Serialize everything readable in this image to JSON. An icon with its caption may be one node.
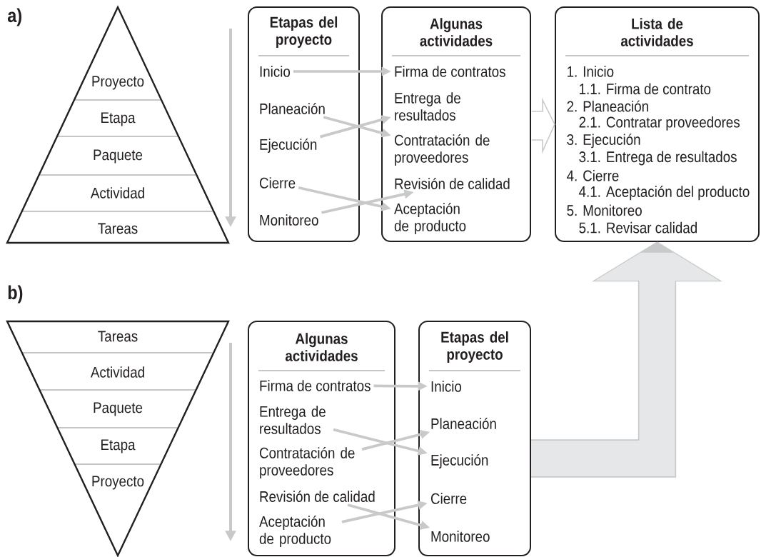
{
  "diagram": {
    "nodes": [
      {
        "text": [],
        "shape": "triangle"
      },
      {
        "text": [
          "Proyecto"
        ],
        "in": 0
      },
      {
        "text": [
          "Etapa"
        ],
        "in": 0
      },
      {
        "text": [
          "Paquete"
        ],
        "in": 0
      },
      {
        "text": [
          "Actividad"
        ],
        "in": 0
      },
      {
        "text": [
          "Tareas"
        ],
        "in": 0
      },
      {
        "text": [
          "Etapas del proyecto"
        ]
      },
      {
        "text": [
          "Inicio"
        ],
        "in": 6
      },
      {
        "text": [
          "Planeación"
        ],
        "in": 6
      },
      {
        "text": [
          "Ejecución"
        ],
        "in": 6
      },
      {
        "text": [
          "Cierre"
        ],
        "in": 6
      },
      {
        "text": [
          "Monitoreo"
        ],
        "in": 6
      },
      {
        "text": [
          "Algunas actividades"
        ]
      },
      {
        "text": [
          "Firma de contratos"
        ],
        "in": 12
      },
      {
        "text": [
          "Entrega de resultados"
        ],
        "in": 12
      },
      {
        "text": [
          "Contratación de proveedores"
        ],
        "in": 12
      },
      {
        "text": [
          "Revisión de calidad"
        ],
        "in": 12
      },
      {
        "text": [
          "Aceptación de producto"
        ],
        "in": 12
      },
      {
        "text": [
          "Lista de actividades",
          "1. Inicio",
          "1.1. Firma de contrato",
          "2. Planeación",
          "2.1. Contratar proveedores",
          "3. Ejecución",
          "3.1. Entrega de resultados",
          "4. Cierre",
          "4.1. Aceptación del producto",
          "5. Monitoreo",
          "5.1. Revisar calidad"
        ]
      },
      {
        "text": [],
        "shape": "triangle"
      },
      {
        "text": [
          "Tareas"
        ],
        "in": 19
      },
      {
        "text": [
          "Actividad"
        ],
        "in": 19
      },
      {
        "text": [
          "Paquete"
        ],
        "in": 19
      },
      {
        "text": [
          "Etapa"
        ],
        "in": 19
      },
      {
        "text": [
          "Proyecto"
        ],
        "in": 19
      },
      {
        "text": [
          "Algunas actividades"
        ]
      },
      {
        "text": [
          "Firma de contratos"
        ],
        "in": 25
      },
      {
        "text": [
          "Entrega de resultados"
        ],
        "in": 25
      },
      {
        "text": [
          "Contratación de proveedores"
        ],
        "in": 25
      },
      {
        "text": [
          "Revisión de calidad"
        ],
        "in": 25
      },
      {
        "text": [
          "Aceptación de producto"
        ],
        "in": 25
      },
      {
        "text": [
          "Etapas del proyecto"
        ]
      },
      {
        "text": [
          "Inicio"
        ],
        "in": 31
      },
      {
        "text": [
          "Planeación"
        ],
        "in": 31
      },
      {
        "text": [
          "Ejecución"
        ],
        "in": 31
      },
      {
        "text": [
          "Cierre"
        ],
        "in": 31
      },
      {
        "text": [
          "Monitoreo"
        ],
        "in": 31
      }
    ],
    "edges": [
      {
        "from": 7,
        "to": 13,
        "arrow": "to"
      },
      {
        "from": 8,
        "to": 15,
        "arrow": "to"
      },
      {
        "from": 9,
        "to": 14,
        "arrow": "to"
      },
      {
        "from": 10,
        "to": 17,
        "arrow": "to"
      },
      {
        "from": 11,
        "to": 16,
        "arrow": "to"
      },
      {
        "from": 12,
        "to": 18,
        "arrow": "to",
        "style": "thick"
      },
      {
        "from": 26,
        "to": 32,
        "arrow": "to"
      },
      {
        "from": 27,
        "to": 34,
        "arrow": "to"
      },
      {
        "from": 28,
        "to": 33,
        "arrow": "to"
      },
      {
        "from": 29,
        "to": 36,
        "arrow": "to"
      },
      {
        "from": 30,
        "to": 35,
        "arrow": "to"
      },
      {
        "from": 31,
        "to": 18,
        "arrow": "to",
        "style": "thick",
        "color": "#e6e7e8"
      }
    ],
    "labels": [
      "a)",
      "b)"
    ]
  }
}
